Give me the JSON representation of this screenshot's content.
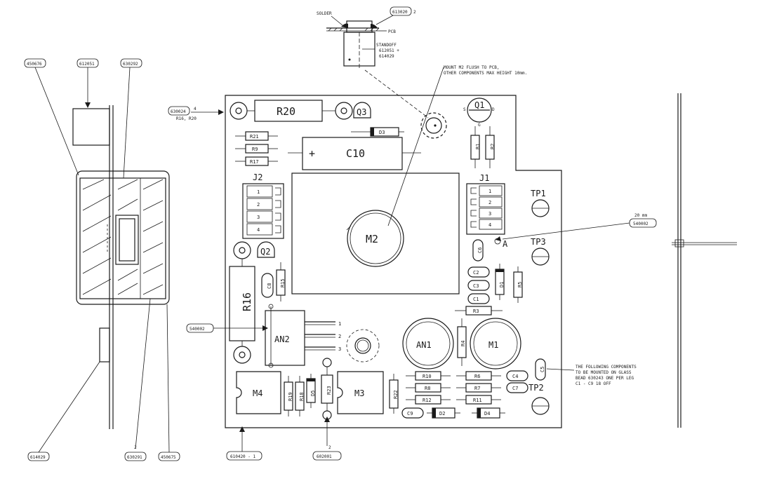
{
  "callouts": {
    "solder": "SOLDER",
    "pcb": "PCB",
    "standoff": "STANDOFF",
    "standoff_parts_1": "612051 +",
    "standoff_parts_2": "614029",
    "p613020": "613020",
    "p613020_qty": "2",
    "p450676": "450676",
    "p612051": "612051",
    "p630292": "630292",
    "p630024": "630024",
    "p630024_qty": "4",
    "p630024_note": "R16, R20",
    "p540002_left": "540002",
    "p540002_right": "540002",
    "p540002_length": "20 mm",
    "p614029": "614029",
    "p630291": "630291",
    "p630291_qty": "2",
    "p450675": "450675",
    "p610420": "610420 - 1",
    "p602001": "602001",
    "p602001_qty": "2"
  },
  "notes": {
    "mount_line1": "MOUNT M2 FLUSH TO PCB,",
    "mount_line2": "OTHER COMPONENTS MAX HEIGHT 10mm.",
    "bead_line1": "THE FOLLOWING COMPONENTS",
    "bead_line2": "TO BE MOUNTED ON GLASS",
    "bead_line3": "BEAD 630243  ONE PER LEG",
    "bead_line4": "C1 - C9    18 OFF"
  },
  "components": {
    "R20": "R20",
    "Q3": "Q3",
    "Q1": "Q1",
    "D3": "D3",
    "R21": "R21",
    "R9": "R9",
    "R17": "R17",
    "C10": "C10",
    "C10_plus": "+",
    "R1": "R1",
    "R2": "R2",
    "J2": "J2",
    "J1": "J1",
    "M2": "M2",
    "TP1": "TP1",
    "TP3": "TP3",
    "Q2": "Q2",
    "C6": "C6",
    "A": "A",
    "R16": "R16",
    "C8": "C8",
    "R15": "R15",
    "C2": "C2",
    "C3": "C3",
    "C1": "C1",
    "D1": "D1",
    "R5": "R5",
    "R3": "R3",
    "AN2": "AN2",
    "AN1": "AN1",
    "M1": "M1",
    "R4": "R4",
    "M4": "M4",
    "R19": "R19",
    "R18": "R18",
    "D5": "D5",
    "R23": "R23",
    "M3": "M3",
    "R22": "R22",
    "R10": "R10",
    "R8": "R8",
    "R12": "R12",
    "R6": "R6",
    "R7": "R7",
    "R11": "R11",
    "C4": "C4",
    "C7": "C7",
    "C5": "C5",
    "TP2": "TP2",
    "C9": "C9",
    "D2": "D2",
    "D4": "D4",
    "pin_1": "1",
    "pin_2": "2",
    "pin_3": "3",
    "pin_4": "4",
    "q1_s": "S",
    "q1_d": "D",
    "q1_g": "G"
  }
}
